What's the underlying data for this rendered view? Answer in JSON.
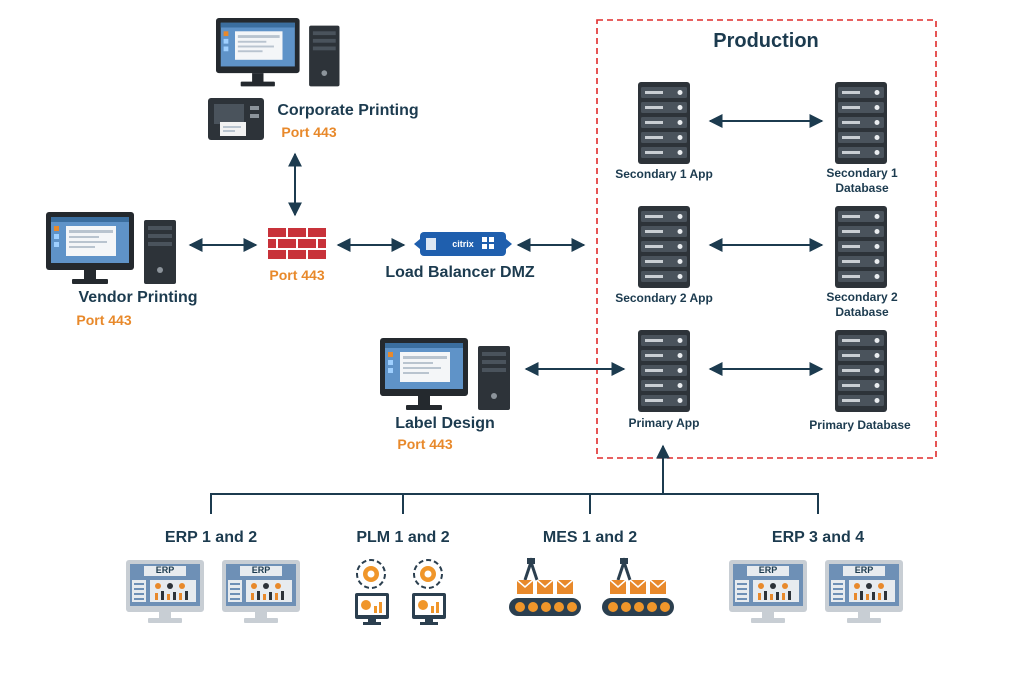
{
  "production": {
    "title": "Production"
  },
  "nodes": {
    "corporate_printing": {
      "label": "Corporate Printing",
      "port": "Port 443"
    },
    "vendor_printing": {
      "label": "Vendor Printing",
      "port": "Port 443"
    },
    "firewall": {
      "port": "Port 443"
    },
    "load_balancer": {
      "label": "Load Balancer DMZ",
      "brand": "citrix"
    },
    "label_design": {
      "label": "Label Design",
      "port": "Port 443"
    },
    "secondary1_app": {
      "label": "Secondary 1 App"
    },
    "secondary1_db": {
      "label_line1": "Secondary 1",
      "label_line2": "Database"
    },
    "secondary2_app": {
      "label": "Secondary 2 App"
    },
    "secondary2_db": {
      "label_line1": "Secondary 2",
      "label_line2": "Database"
    },
    "primary_app": {
      "label": "Primary App"
    },
    "primary_db": {
      "label": "Primary Database"
    }
  },
  "systems": [
    {
      "label": "ERP 1 and 2",
      "screen_text": "ERP"
    },
    {
      "label": "PLM 1 and 2"
    },
    {
      "label": "MES 1 and 2"
    },
    {
      "label": "ERP 3 and 4",
      "screen_text": "ERP"
    }
  ],
  "colors": {
    "navy": "#1c3b4f",
    "port_orange": "#e8892b",
    "production_border": "#e02b2b",
    "firewall_red": "#c8323a",
    "server_dark": "#2d3339",
    "monitor_dark": "#24292e",
    "screen_blue": "#5f93c8",
    "erp_blue": "#6e90b6",
    "gear_orange": "#f0962a",
    "conveyor_dark": "#2b3f4f"
  }
}
